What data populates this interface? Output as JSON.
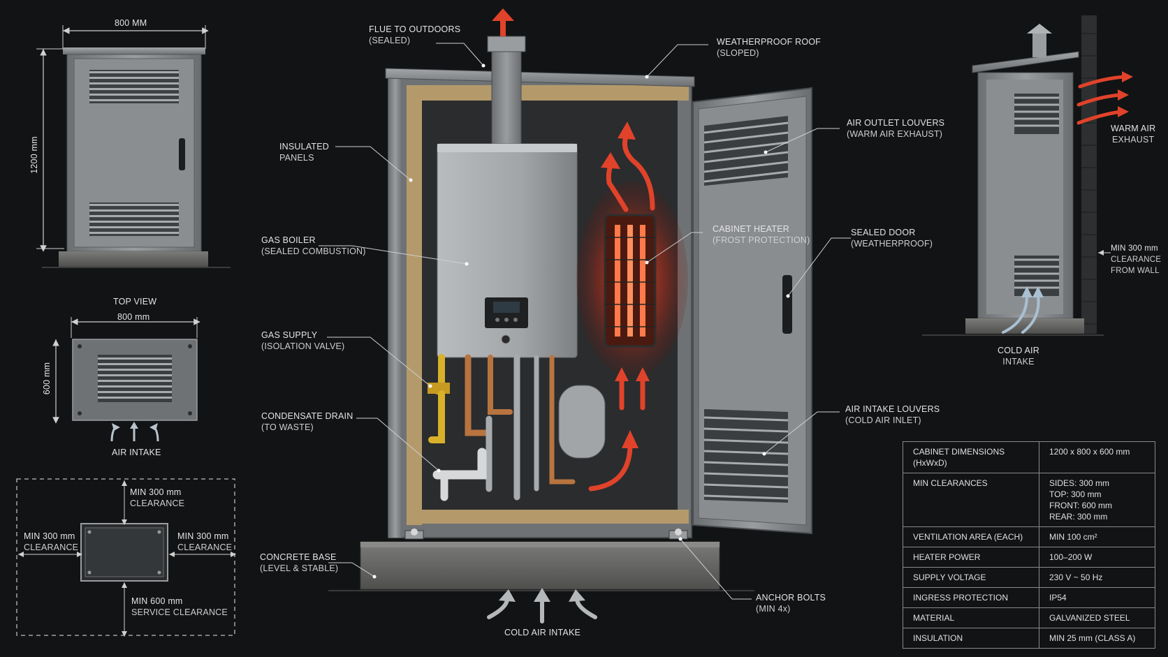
{
  "colors": {
    "background": "#111314",
    "steel": "#8e9194",
    "insulation": "#b49a6b",
    "heater_glow": "#ff4a24",
    "hot_arrow": "#e0432a",
    "cold_arrow": "#9fb6c8",
    "copper": "#b8743f",
    "gas_pipe": "#d8b02a"
  },
  "icons": [
    "flue-arrow-up-icon",
    "warm-air-arrow-icon",
    "cold-air-arrow-icon",
    "anchor-bolt-icon"
  ],
  "front_view": {
    "width_label": "800 mm",
    "height_label": "1200 mm"
  },
  "top_view": {
    "title": "TOP VIEW",
    "width_label": "800 mm",
    "depth_label": "600 mm",
    "intake_label": "AIR INTAKE"
  },
  "clearance_plan": {
    "top": [
      "MIN 300 mm",
      "CLEARANCE"
    ],
    "left": [
      "MIN 300 mm",
      "CLEARANCE"
    ],
    "right": [
      "MIN 300 mm",
      "CLEARANCE"
    ],
    "bottom": [
      "MIN 600 mm",
      "SERVICE CLEARANCE"
    ]
  },
  "callouts": {
    "flue": {
      "title": "FLUE TO OUTDOORS",
      "sub": "(SEALED)"
    },
    "roof": {
      "title": "WEATHERPROOF ROOF",
      "sub": "(SLOPED)"
    },
    "insulated": {
      "title": "INSULATED",
      "sub": "PANELS"
    },
    "outlet_louvers": {
      "title": "AIR OUTLET LOUVERS",
      "sub": "(WARM AIR EXHAUST)"
    },
    "boiler": {
      "title": "GAS BOILER",
      "sub": "(SEALED COMBUSTION)"
    },
    "heater": {
      "title": "CABINET HEATER",
      "sub": "(FROST PROTECTION)"
    },
    "door": {
      "title": "SEALED DOOR",
      "sub": "(WEATHERPROOF)"
    },
    "gas_supply": {
      "title": "GAS SUPPLY",
      "sub": "(ISOLATION VALVE)"
    },
    "condensate": {
      "title": "CONDENSATE DRAIN",
      "sub": "(TO WASTE)"
    },
    "intake_louvers": {
      "title": "AIR INTAKE LOUVERS",
      "sub": "(COLD AIR INLET)"
    },
    "base": {
      "title": "CONCRETE BASE",
      "sub": "(LEVEL & STABLE)"
    },
    "anchor": {
      "title": "ANCHOR BOLTS",
      "sub": "(MIN 4x)"
    },
    "cold_intake": "COLD AIR INTAKE"
  },
  "side_view": {
    "warm_exhaust": [
      "WARM AIR",
      "EXHAUST"
    ],
    "wall_clearance": [
      "MIN 300 mm",
      "CLEARANCE",
      "FROM WALL"
    ],
    "cold_intake": [
      "COLD AIR",
      "INTAKE"
    ]
  },
  "specs": [
    {
      "key": "CABINET DIMENSIONS (HxWxD)",
      "value": [
        "1200 x 800 x 600 mm"
      ]
    },
    {
      "key": "MIN CLEARANCES",
      "value": [
        "SIDES: 300 mm",
        "TOP: 300 mm",
        "FRONT: 600 mm",
        "REAR: 300 mm"
      ]
    },
    {
      "key": "VENTILATION AREA (EACH)",
      "value": [
        "MIN 100 cm²"
      ]
    },
    {
      "key": "HEATER POWER",
      "value": [
        "100–200 W"
      ]
    },
    {
      "key": "SUPPLY VOLTAGE",
      "value": [
        "230 V ~ 50 Hz"
      ]
    },
    {
      "key": "INGRESS PROTECTION",
      "value": [
        "IP54"
      ]
    },
    {
      "key": "MATERIAL",
      "value": [
        "GALVANIZED STEEL"
      ]
    },
    {
      "key": "INSULATION",
      "value": [
        "MIN 25 mm (CLASS A)"
      ]
    }
  ]
}
